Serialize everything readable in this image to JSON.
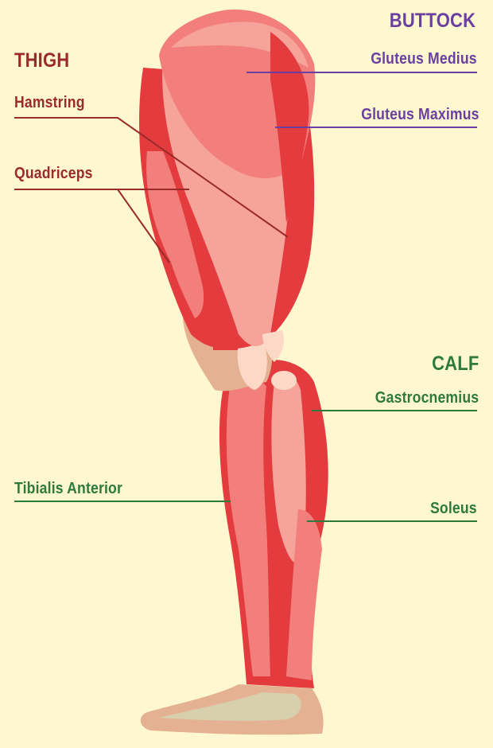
{
  "colors": {
    "background": "#fef7cf",
    "thigh": "#9b2a2a",
    "buttock": "#6b3fa0",
    "calf": "#2d7a3a",
    "muscle_red": "#e33b3e",
    "muscle_pink": "#f27f7c",
    "muscle_light": "#f6a39a",
    "tendon": "#fbd9c6",
    "skin": "#e4b192",
    "sole": "#d8d0ad"
  },
  "sections": {
    "thigh": {
      "title": "THIGH",
      "labels": {
        "hamstring": "Hamstring",
        "quadriceps": "Quadriceps"
      }
    },
    "buttock": {
      "title": "BUTTOCK",
      "labels": {
        "gluteus_medius": "Gluteus Medius",
        "gluteus_maximus": "Gluteus Maximus"
      }
    },
    "calf": {
      "title": "CALF",
      "labels": {
        "gastrocnemius": "Gastrocnemius",
        "soleus": "Soleus",
        "tibialis_anterior": "Tibialis Anterior"
      }
    }
  }
}
